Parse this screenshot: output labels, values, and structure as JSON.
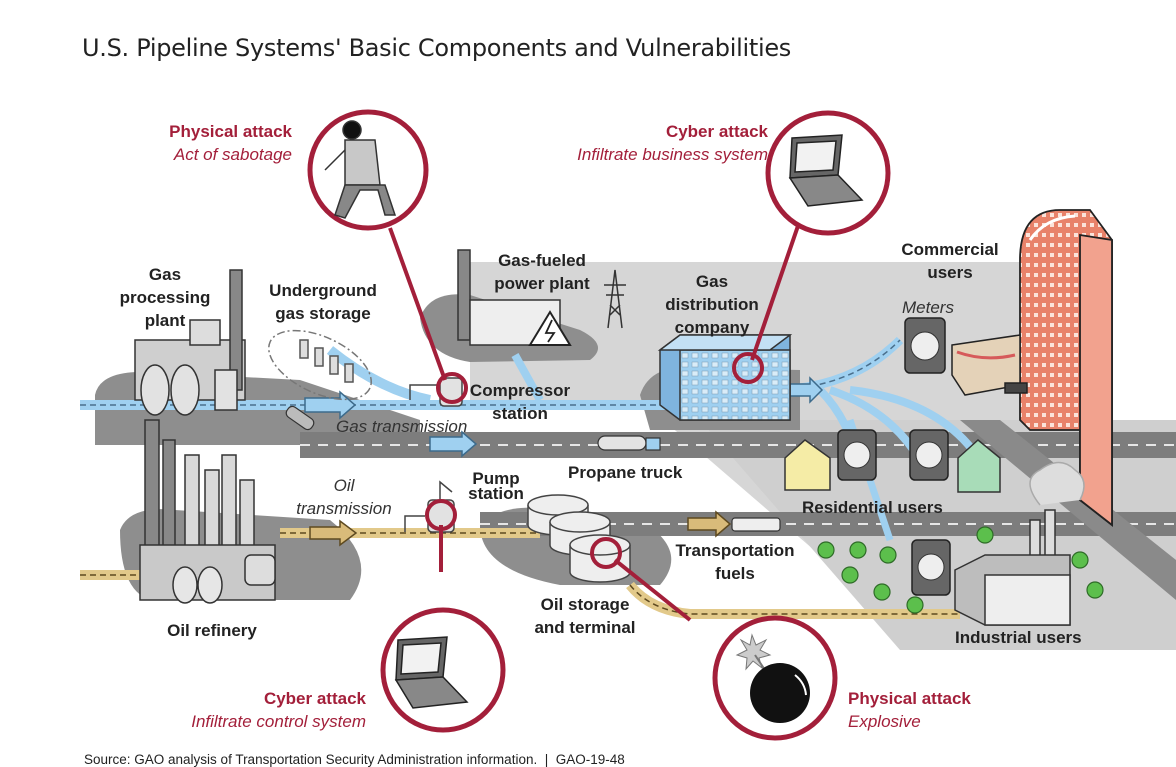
{
  "title": "U.S. Pipeline Systems' Basic Components and Vulnerabilities",
  "colors": {
    "attack_red": "#a31f3a",
    "gas_pipeline": "#9fd0f0",
    "oil_pipeline": "#e2c98a",
    "ground_dark": "#8a8a8a",
    "ground_light": "#d6d6d6",
    "commercial_building": "#e8826a"
  },
  "attacks": [
    {
      "id": "physical-sabotage",
      "type": "Physical attack",
      "detail": "Act of sabotage",
      "icon": "saboteur-icon",
      "target": "Compressor station"
    },
    {
      "id": "cyber-business",
      "type": "Cyber attack",
      "detail": "Infiltrate business system",
      "icon": "laptop-icon",
      "target": "Gas distribution company"
    },
    {
      "id": "cyber-control",
      "type": "Cyber attack",
      "detail": "Infiltrate control system",
      "icon": "laptop-icon",
      "target": "Pump station"
    },
    {
      "id": "physical-explosive",
      "type": "Physical attack",
      "detail": "Explosive",
      "icon": "bomb-icon",
      "target": "Oil storage and terminal"
    }
  ],
  "components": {
    "gas_processing_plant": [
      "Gas",
      "processing",
      "plant"
    ],
    "underground_storage": [
      "Underground",
      "gas storage"
    ],
    "power_plant": [
      "Gas-fueled",
      "power plant"
    ],
    "distribution_company": [
      "Gas",
      "distribution",
      "company"
    ],
    "commercial_users": [
      "Commercial",
      "users"
    ],
    "meters": "Meters",
    "compressor_station": [
      "Compressor",
      "station"
    ],
    "gas_transmission": "Gas transmission",
    "propane_truck": "Propane truck",
    "oil_transmission": [
      "Oil",
      "transmission"
    ],
    "pump_station": [
      "Pump",
      "station"
    ],
    "residential_users": "Residential users",
    "transportation_fuels": [
      "Transportation",
      "fuels"
    ],
    "oil_storage": [
      "Oil storage",
      "and terminal"
    ],
    "industrial_users": "Industrial users",
    "oil_refinery": "Oil refinery"
  },
  "source": "Source: GAO analysis of Transportation Security Administration information.  |  GAO-19-48"
}
